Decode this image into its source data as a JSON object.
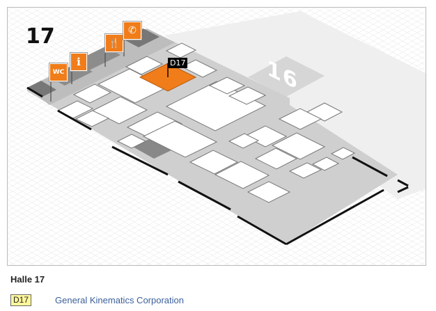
{
  "map": {
    "hall_number": "17",
    "neighbor_hall_number": "16",
    "highlight_booth": "D17",
    "colors": {
      "highlight": "#f07d1a",
      "booth": "#ffffff",
      "floor": "#c9c9c9",
      "dark": "#8c8c8c",
      "sign": "#f07d1a"
    },
    "service_icons": [
      "wc-icon",
      "info-icon",
      "restaurant-icon",
      "phone-icon"
    ],
    "wc_label": "WC",
    "info_label": "i",
    "restaurant_label": "🍴",
    "phone_label": "✆"
  },
  "caption": "Halle 17",
  "legend": [
    {
      "code": "D17",
      "exhibitor": "General Kinematics Corporation"
    }
  ]
}
